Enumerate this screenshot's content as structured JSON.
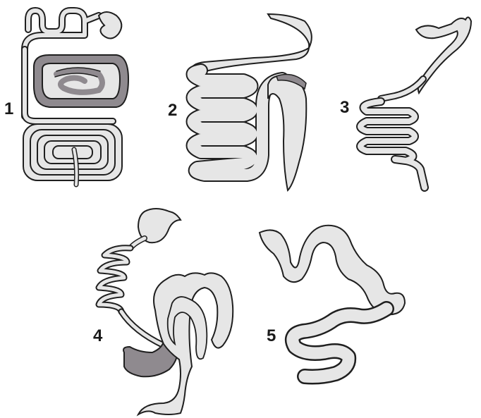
{
  "panels": [
    {
      "id": "1",
      "label": "1"
    },
    {
      "id": "2",
      "label": "2"
    },
    {
      "id": "3",
      "label": "3"
    },
    {
      "id": "4",
      "label": "4"
    },
    {
      "id": "5",
      "label": "5"
    }
  ],
  "colors": {
    "background": "#ffffff",
    "tube_fill": "#e6e6e6",
    "tube_outline": "#1f1f1f",
    "highlight": "#8f8a8f",
    "label": "#1a1a1a"
  },
  "icons": [
    "intestinal-tube-diagram"
  ]
}
